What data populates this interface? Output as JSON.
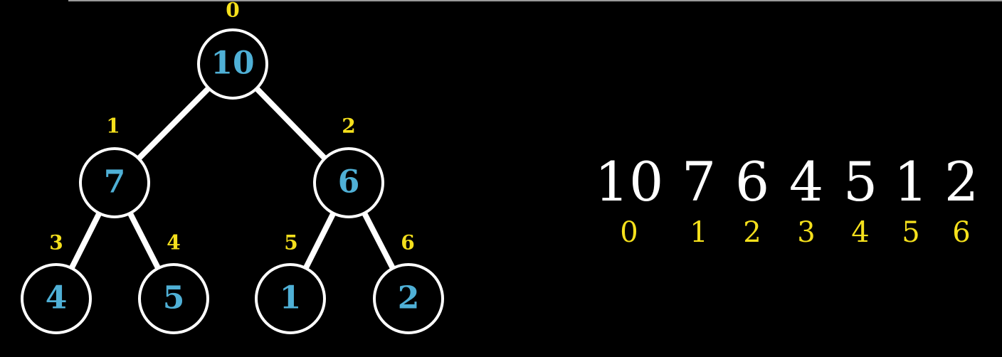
{
  "colors": {
    "background": "#000000",
    "edge": "#ffffff",
    "node_outline": "#ffffff",
    "node_value": "#4fb0d6",
    "index": "#f5e01c",
    "array_value": "#ffffff"
  },
  "tree": {
    "nodes": [
      {
        "index": "0",
        "value": "10"
      },
      {
        "index": "1",
        "value": "7"
      },
      {
        "index": "2",
        "value": "6"
      },
      {
        "index": "3",
        "value": "4"
      },
      {
        "index": "4",
        "value": "5"
      },
      {
        "index": "5",
        "value": "1"
      },
      {
        "index": "6",
        "value": "2"
      }
    ],
    "edges": [
      [
        0,
        1
      ],
      [
        0,
        2
      ],
      [
        1,
        3
      ],
      [
        1,
        4
      ],
      [
        2,
        5
      ],
      [
        2,
        6
      ]
    ]
  },
  "array": {
    "values": [
      "10",
      "7",
      "6",
      "4",
      "5",
      "1",
      "2"
    ],
    "indices": [
      "0",
      "1",
      "2",
      "3",
      "4",
      "5",
      "6"
    ]
  }
}
